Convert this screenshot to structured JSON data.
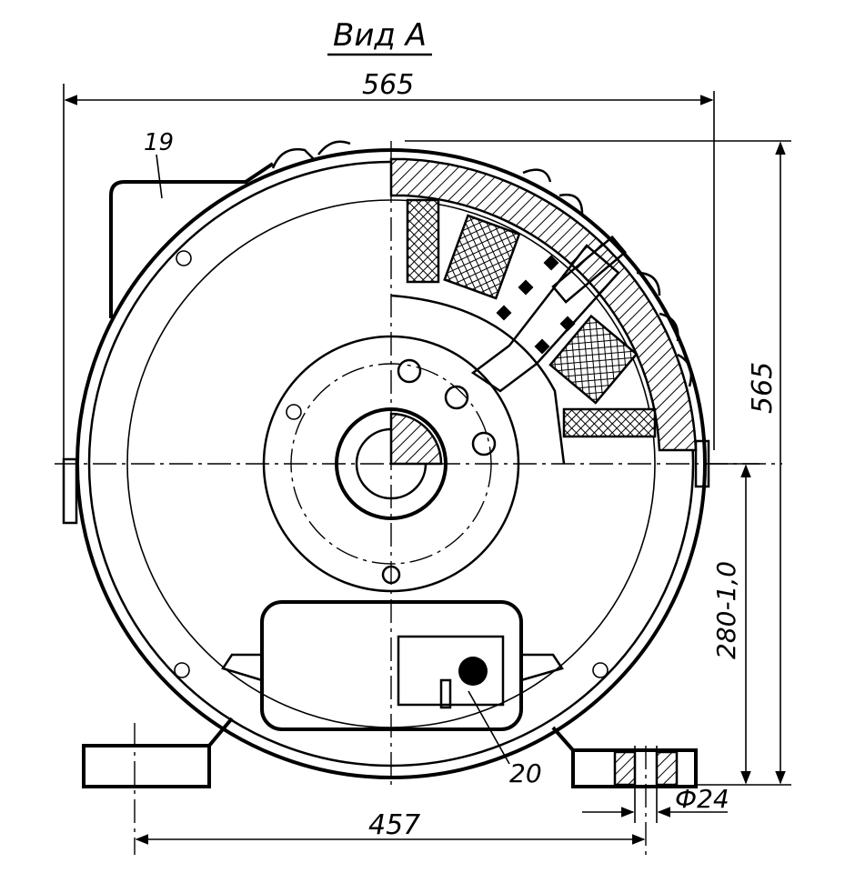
{
  "view_title": "Вид А",
  "dimensions": {
    "width": "565",
    "height": "565",
    "axis_height": "280-1,0",
    "foot_spacing": "457",
    "hole_diameter": "Ф24"
  },
  "callouts": {
    "part_19": "19",
    "part_20": "20"
  }
}
